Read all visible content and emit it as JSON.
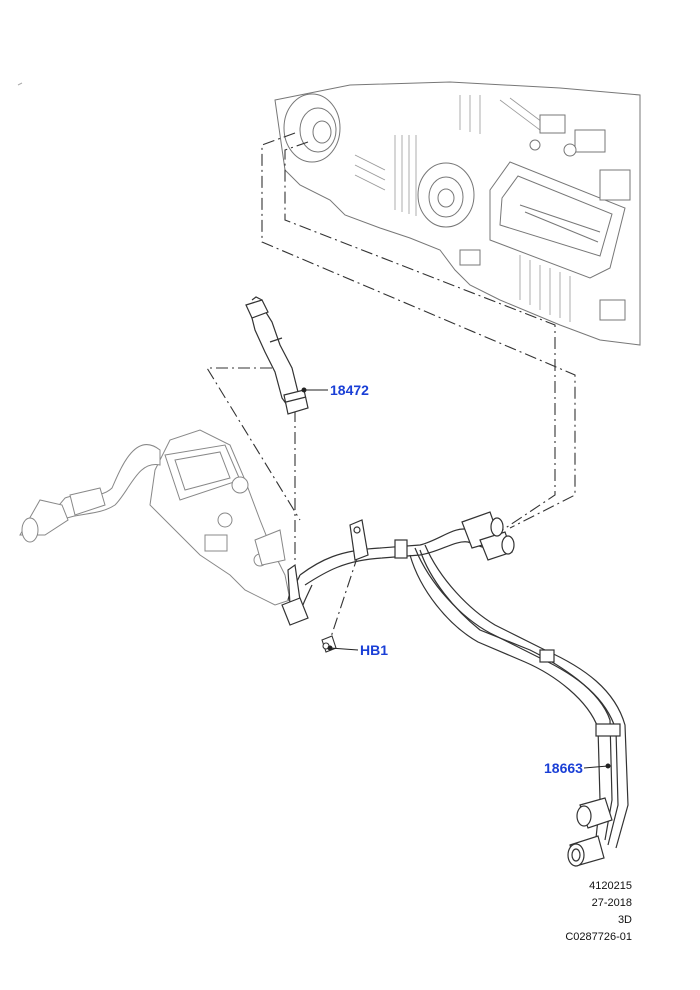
{
  "callouts": [
    {
      "id": "18472",
      "label": "18472"
    },
    {
      "id": "HB1",
      "label": "HB1"
    },
    {
      "id": "18663",
      "label": "18663"
    }
  ],
  "footer": {
    "line1": "4120215",
    "line2": "27-2018",
    "line3": "3D",
    "line4": "C0287726-01"
  },
  "colors": {
    "callout_text": "#1a3fd6",
    "line_art": "#555555",
    "leader": "#222222",
    "background": "#ffffff"
  }
}
